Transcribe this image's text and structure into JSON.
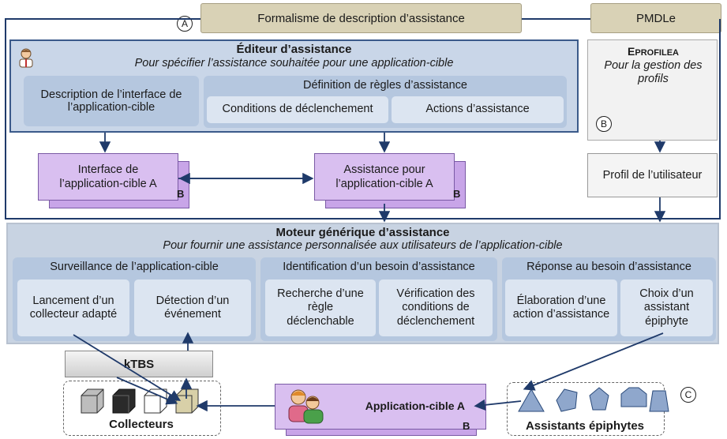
{
  "top_tabs": {
    "formalism": "Formalisme de description d’assistance",
    "pmdle": "PMDLe"
  },
  "markers": {
    "a": "A",
    "b": "B",
    "c": "C"
  },
  "editor": {
    "title": "Éditeur d’assistance",
    "subtitle": "Pour spécifier l’assistance souhaitée pour une application-cible",
    "interface_desc": "Description de l’interface de l’application-cible",
    "rules_title": "Définition de règles d’assistance",
    "conditions": "Conditions de déclenchement",
    "actions": "Actions d’assistance"
  },
  "eprofilea": {
    "title_first": "E",
    "title_rest": "PROFILEA",
    "subtitle": "Pour la gestion des profils"
  },
  "docs": {
    "interface": "Interface de l’application-cible A",
    "assistance": "Assistance pour l’application-cible A",
    "b_label": "B"
  },
  "profile": "Profil de l’utilisateur",
  "engine": {
    "title": "Moteur générique d’assistance",
    "subtitle": "Pour fournir une assistance personnalisée aux utilisateurs de l’application-cible",
    "monitoring": {
      "title": "Surveillance de l’application-cible",
      "launch": "Lancement d’un collecteur adapté",
      "detect": "Détection d’un événement"
    },
    "identification": {
      "title": "Identification d’un besoin d’assistance",
      "search": "Recherche d’une règle déclenchable",
      "verify": "Vérification des conditions de déclenchement"
    },
    "response": {
      "title": "Réponse au besoin d’assistance",
      "elaboration": "Élaboration d’une action d’assistance",
      "choice": "Choix d’un assistant épiphyte"
    }
  },
  "ktbs": "kTBS",
  "collectors": "Collecteurs",
  "app_target": "Application-cible A",
  "epiphytes": "Assistants épiphytes"
}
